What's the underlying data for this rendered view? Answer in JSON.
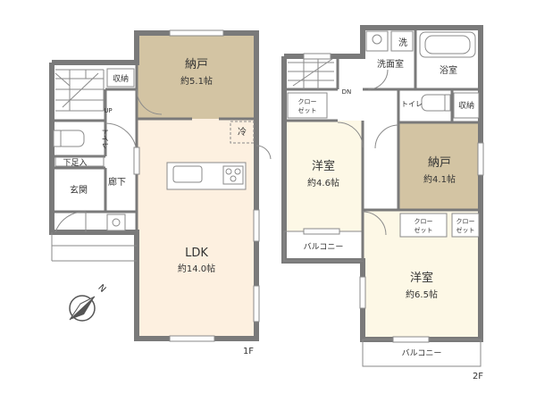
{
  "floor1": {
    "label": "1F",
    "rooms": {
      "nando": {
        "name": "納戸",
        "size": "約5.1帖"
      },
      "ldk": {
        "name": "LDK",
        "size": "約14.0帖"
      },
      "shuno": "収納",
      "toilet": "トイレ",
      "shitageta": "下足入",
      "genkan": "玄関",
      "roka": "廊下",
      "rei": "冷",
      "up": "UP"
    }
  },
  "floor2": {
    "label": "2F",
    "rooms": {
      "closet_a": "クロー\nゼット",
      "yoshitsu_a": {
        "name": "洋室",
        "size": "約4.6帖"
      },
      "balcony_a": "バルコニー",
      "sen": "洗",
      "senmenshitsu": "洗面室",
      "yokushitsu": "浴室",
      "dn": "DN",
      "toilet": "トイレ",
      "shuno": "収納",
      "nando": {
        "name": "納戸",
        "size": "約4.1帖"
      },
      "closet_b": "クロー\nゼット",
      "closet_c": "クロー\nゼット",
      "yoshitsu_b": {
        "name": "洋室",
        "size": "約6.5帖"
      },
      "balcony_b": "バルコニー"
    }
  },
  "compass": {
    "label": "N"
  },
  "colors": {
    "wall": "#7a7a7a",
    "nando": "#d3c4a3",
    "ldk": "#fdf0e0",
    "yoshitsu": "#fdf8e6",
    "white": "#ffffff"
  }
}
